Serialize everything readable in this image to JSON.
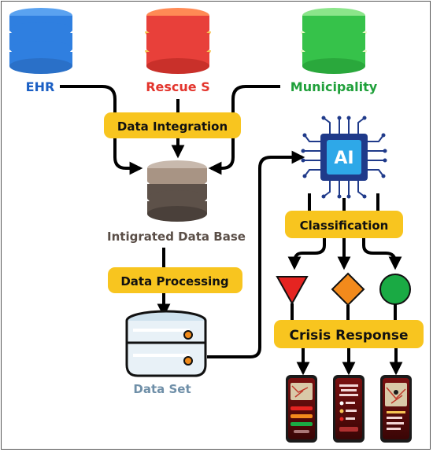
{
  "sources": {
    "ehr": "EHR",
    "rescue": "Rescue S",
    "municipality": "Municipality"
  },
  "steps": {
    "data_integration": "Data Integration",
    "integrated_db": "Intigrated Data Base",
    "data_processing": "Data Processing",
    "data_set": "Data Set",
    "ai": "AI",
    "classification": "Classification",
    "crisis_response": "Crisis Response"
  },
  "colors": {
    "ehr": "#2f7fe0",
    "ehr_text": "#1b5fc4",
    "rescue": "#e8403a",
    "rescue_text": "#e3342c",
    "municipality": "#36c24a",
    "municipality_text": "#1fa03a",
    "yellow_box": "#f8c51f",
    "db_dark": "#5d5149",
    "dataset_text": "#6f8fa8",
    "ai_chip": "#1f3a8a",
    "triangle": "#e52421",
    "diamond": "#f28a1c",
    "circle": "#1aaa44"
  },
  "icons": [
    "database-icon",
    "ai-chip-icon",
    "phone-icon",
    "server-icon"
  ]
}
